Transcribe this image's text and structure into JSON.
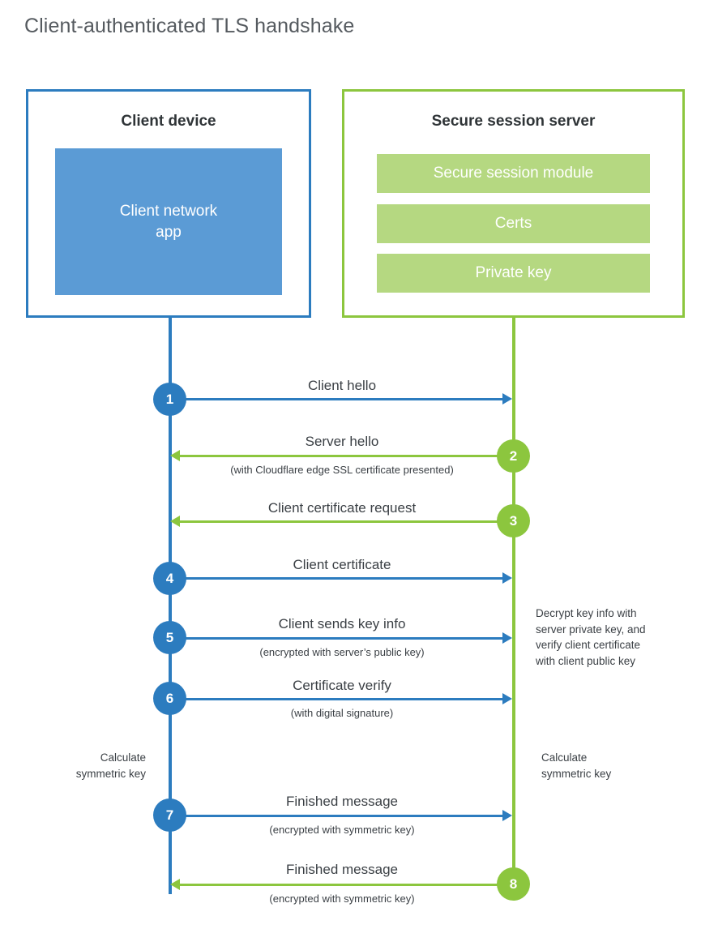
{
  "title": "Client-authenticated TLS handshake",
  "colors": {
    "client_blue": "#2c7cbf",
    "client_app_fill": "#5b9bd5",
    "server_green": "#8cc63e",
    "server_bar_fill": "#b5d881",
    "text_dark": "#3a3f44",
    "title_gray": "#555a5f"
  },
  "parties": {
    "client": {
      "title": "Client device",
      "app_label": "Client network\napp",
      "app_label_line1": "Client network",
      "app_label_line2": "app"
    },
    "server": {
      "title": "Secure session server",
      "components": [
        {
          "label": "Secure session module"
        },
        {
          "label": "Certs"
        },
        {
          "label": "Private key"
        }
      ]
    }
  },
  "steps": [
    {
      "number": "1",
      "direction": "client-to-server",
      "color": "blue",
      "label": "Client hello",
      "sublabel": ""
    },
    {
      "number": "2",
      "direction": "server-to-client",
      "color": "green",
      "label": "Server hello",
      "sublabel": "(with Cloudflare edge SSL certificate presented)"
    },
    {
      "number": "3",
      "direction": "server-to-client",
      "color": "green",
      "label": "Client certificate request",
      "sublabel": ""
    },
    {
      "number": "4",
      "direction": "client-to-server",
      "color": "blue",
      "label": "Client certificate",
      "sublabel": ""
    },
    {
      "number": "5",
      "direction": "client-to-server",
      "color": "blue",
      "label": "Client sends key info",
      "sublabel": "(encrypted with server’s public key)"
    },
    {
      "number": "6",
      "direction": "client-to-server",
      "color": "blue",
      "label": "Certificate verify",
      "sublabel": "(with digital signature)"
    },
    {
      "number": "7",
      "direction": "client-to-server",
      "color": "blue",
      "label": "Finished message",
      "sublabel": "(encrypted with symmetric key)"
    },
    {
      "number": "8",
      "direction": "server-to-client",
      "color": "green",
      "label": "Finished message",
      "sublabel": "(encrypted with symmetric key)"
    }
  ],
  "annotations": {
    "server_decrypt": {
      "line1": "Decrypt key info with",
      "line2": "server private key, and",
      "line3": "verify client certificate",
      "line4": "with client public key"
    },
    "client_calc": {
      "line1": "Calculate",
      "line2": "symmetric key"
    },
    "server_calc": {
      "line1": "Calculate",
      "line2": "symmetric key"
    }
  }
}
